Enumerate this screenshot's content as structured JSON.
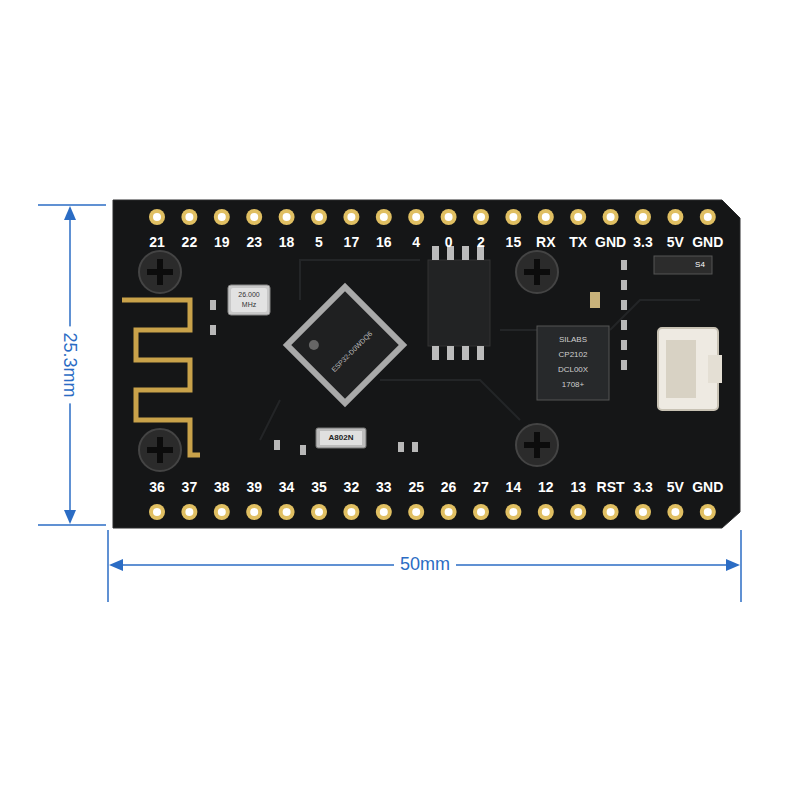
{
  "diagram": {
    "labels": [
      "21",
      "22",
      "19",
      "23",
      "18",
      "5",
      "17",
      "16",
      "4",
      "0",
      "2",
      "15",
      "RX",
      "TX",
      "GND",
      "3.3",
      "5V",
      "GND",
      "36",
      "37",
      "38",
      "39",
      "34",
      "35",
      "32",
      "33",
      "25",
      "26",
      "27",
      "14",
      "12",
      "13",
      "RST",
      "3.3",
      "5V",
      "GND",
      "25.3mm",
      "50mm",
      "26.000",
      "MHz",
      "A802N",
      "SILABS",
      "CP2102",
      "DCL00X",
      "1708+",
      "S4",
      "ESP32-D0WDQ6"
    ]
  }
}
